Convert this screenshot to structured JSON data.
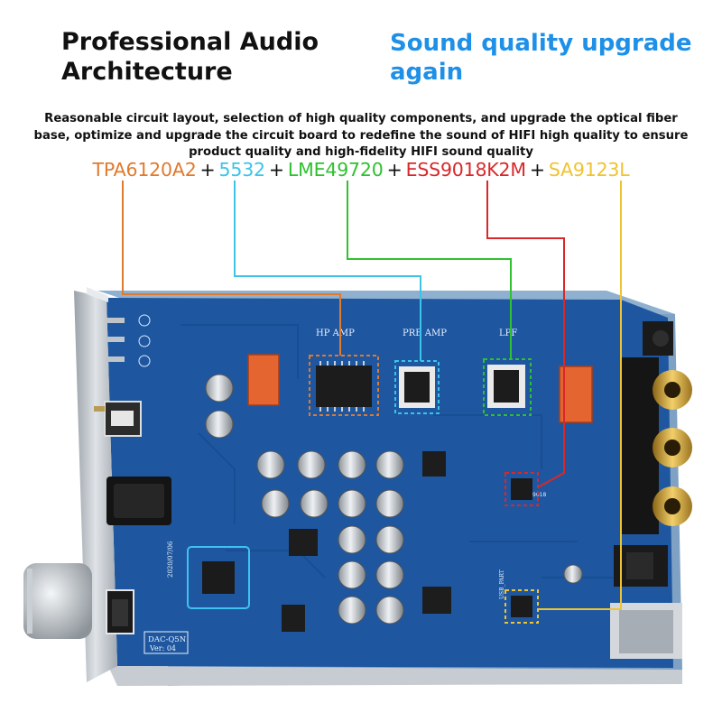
{
  "headline": {
    "left": "Professional Audio Architecture",
    "right": "Sound quality upgrade again"
  },
  "description": "Reasonable circuit layout, selection of high quality components, and upgrade the optical fiber base, optimize and upgrade the circuit board to redefine the sound of HIFI high quality to ensure product quality and high-fidelity HIFI sound quality",
  "chips": [
    {
      "label": "TPA6120A2",
      "color": "#e07a2e"
    },
    {
      "label": "5532",
      "color": "#3cc4e8"
    },
    {
      "label": "LME49720",
      "color": "#2fc12f"
    },
    {
      "label": "ESS9018K2M",
      "color": "#d8282a"
    },
    {
      "label": "SA9123L",
      "color": "#f0c330"
    }
  ],
  "plus_sign": "+",
  "board_labels": {
    "hp_amp": "HP AMP",
    "pre_amp": "PRE AMP",
    "lpf": "LPF",
    "model": "DAC-Q5N",
    "version": "Ver: 04",
    "date": "2020/07/06",
    "usb_part": "USB_PART",
    "dac_chip": "9018"
  },
  "colors": {
    "board": "#1e57a0",
    "board_dark": "#15467f",
    "silkscreen": "#e8f0ff",
    "enclosure": "#b9bfc6"
  }
}
